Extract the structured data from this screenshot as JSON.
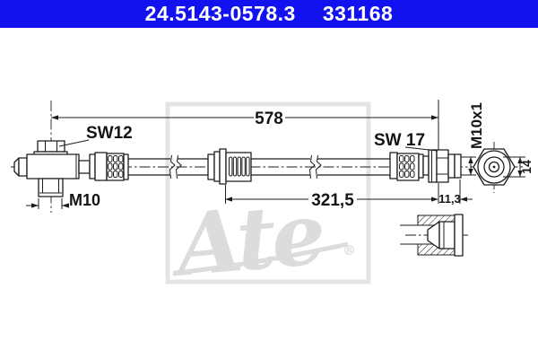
{
  "header": {
    "part_number": "24.5143-0578.3",
    "catalog_number": "331168",
    "bar_color": "#1212f0",
    "text_color": "#ffffff"
  },
  "drawing": {
    "line_color": "#1c1c1c",
    "labels": {
      "overall_length": "578",
      "free_length": "321,5",
      "thread_length": "11,3",
      "banjo_thread": "M10",
      "banjo_hex": "SW12",
      "fitting_hex": "SW 17",
      "fitting_thread": "M10x1",
      "fitting_diameter": "14"
    }
  },
  "watermark": {
    "logo_text": "Ate",
    "registered_mark": "®",
    "color": "#dcdcdc"
  }
}
